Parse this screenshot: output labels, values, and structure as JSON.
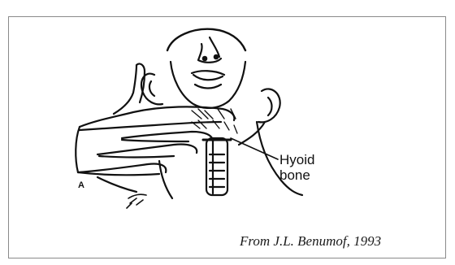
{
  "figure": {
    "labels": {
      "hyoid_line1": "Hyoid",
      "hyoid_line2": "bone",
      "panel": "A"
    },
    "citation": "From J.L. Benumof, 1993"
  }
}
